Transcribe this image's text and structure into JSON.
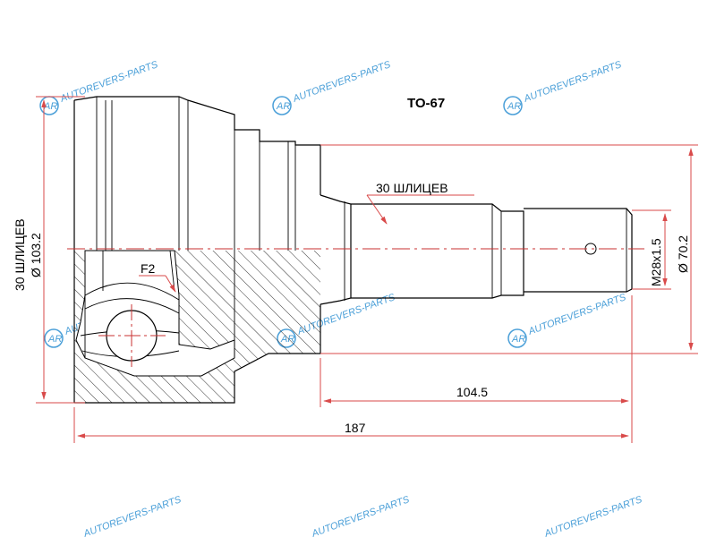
{
  "part_code": "TO-67",
  "labels": {
    "splines_top": "30 ШЛИЦЕВ",
    "splines_left": "30 ШЛИЦЕВ",
    "diameter_outer": "Ø 103.2",
    "thread": "M28x1.5",
    "diameter_abs": "Ø 70.2",
    "length_stem": "104.5",
    "length_total": "187",
    "f2": "F2"
  },
  "watermark": {
    "text": "AUTOREVERS-PARTS",
    "logo": "AR",
    "color": "#4a9fd8"
  },
  "colors": {
    "dimension_lines": "#d94a4a",
    "outline": "#000000"
  }
}
